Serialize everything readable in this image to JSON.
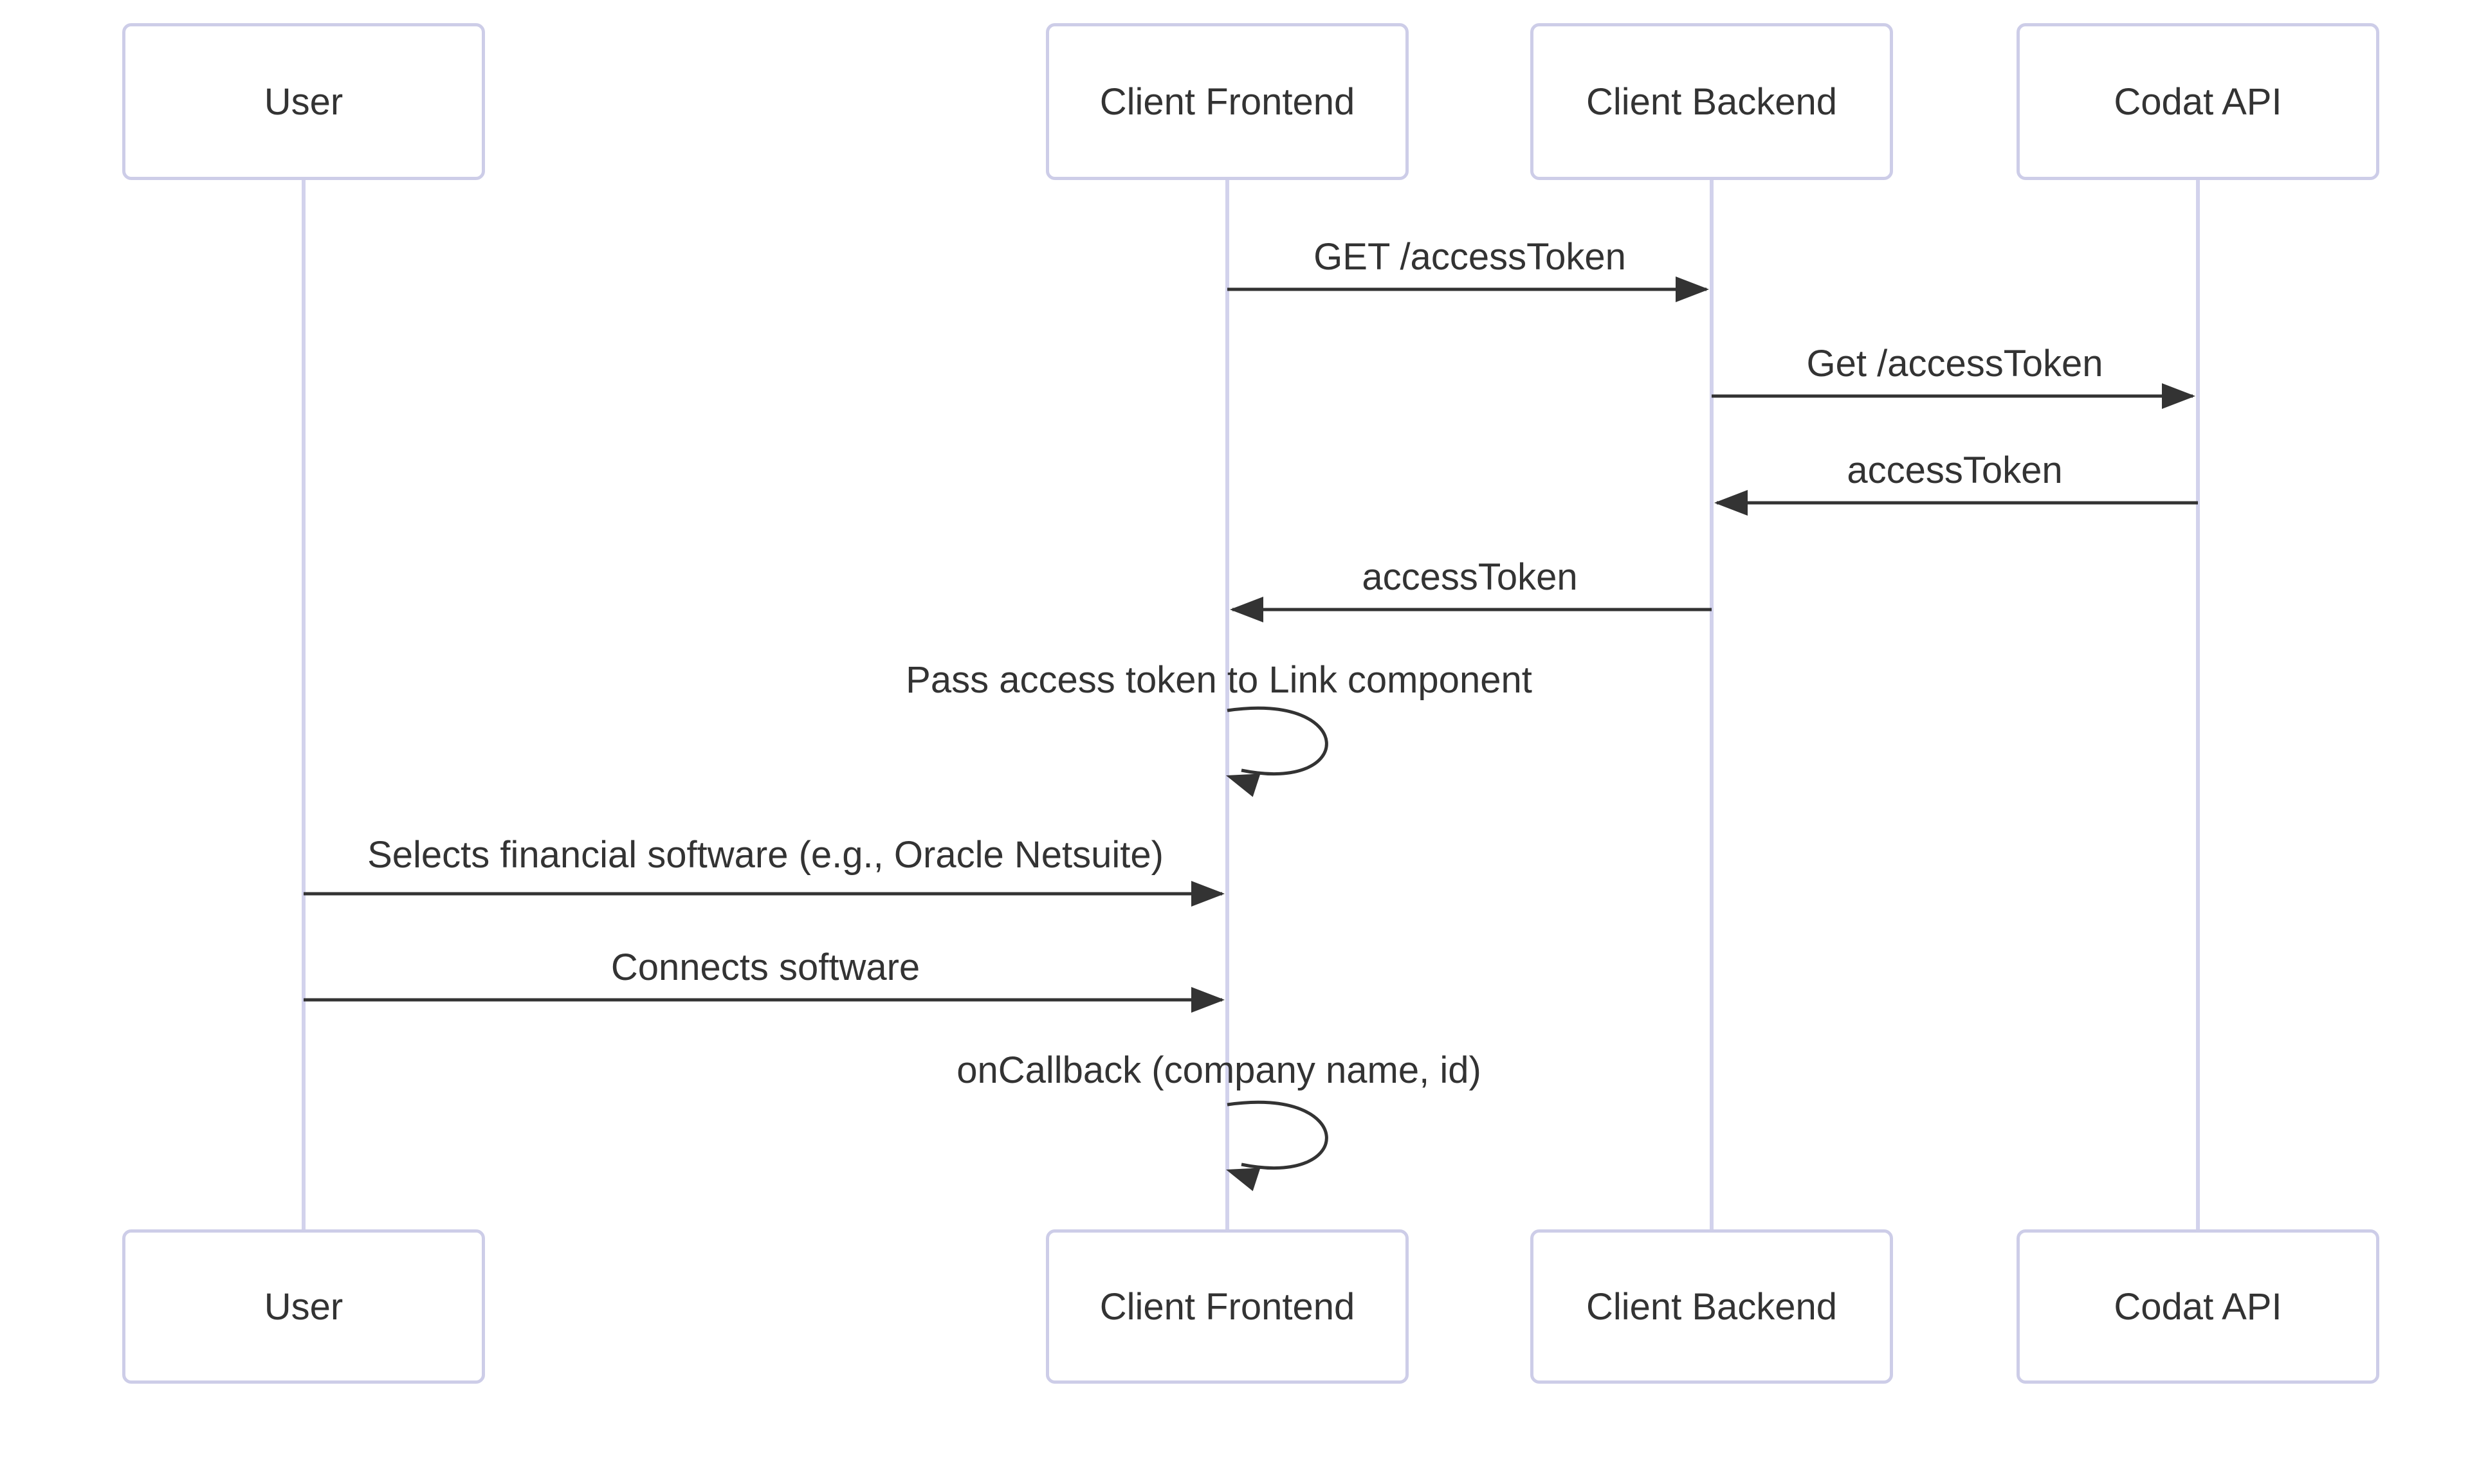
{
  "diagram": {
    "type": "sequence",
    "actors": [
      {
        "id": "user",
        "name": "User"
      },
      {
        "id": "client-frontend",
        "name": "Client Frontend"
      },
      {
        "id": "client-backend",
        "name": "Client Backend"
      },
      {
        "id": "codat-api",
        "name": "Codat API"
      }
    ],
    "messages": [
      {
        "label": "GET /accessToken",
        "from": "Client Frontend",
        "to": "Client Backend",
        "style": "solid-arrow"
      },
      {
        "label": "Get /accessToken",
        "from": "Client Backend",
        "to": "Codat API",
        "style": "solid-arrow"
      },
      {
        "label": "accessToken",
        "from": "Codat API",
        "to": "Client Backend",
        "style": "solid-arrow"
      },
      {
        "label": "accessToken",
        "from": "Client Backend",
        "to": "Client Frontend",
        "style": "solid-arrow"
      },
      {
        "label": "Pass access token to Link component",
        "from": "Client Frontend",
        "to": "Client Frontend",
        "style": "self-loop"
      },
      {
        "label": "Selects financial software (e.g., Oracle Netsuite)",
        "from": "User",
        "to": "Client Frontend",
        "style": "solid-arrow"
      },
      {
        "label": "Connects software",
        "from": "User",
        "to": "Client Frontend",
        "style": "solid-arrow"
      },
      {
        "label": "onCallback (company name, id)",
        "from": "Client Frontend",
        "to": "Client Frontend",
        "style": "self-loop"
      }
    ],
    "colors": {
      "background": "#ffffff",
      "actor_fill": "#ffffff",
      "actor_border": "#cdcde8",
      "lifeline": "#d2d2ec",
      "arrow": "#333333",
      "text": "#333333"
    }
  }
}
